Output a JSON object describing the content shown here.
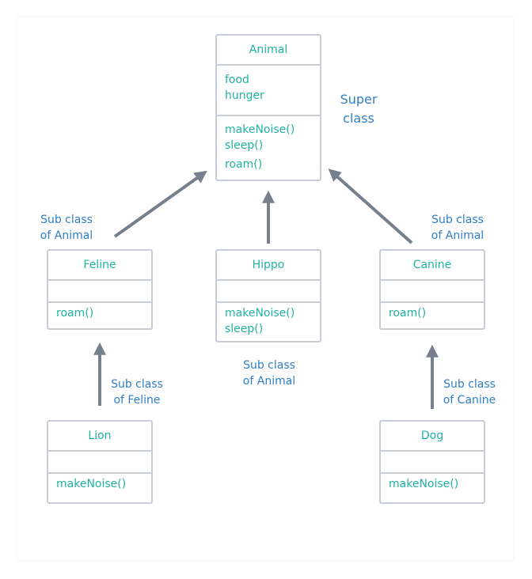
{
  "classes": {
    "animal": {
      "name": "Animal",
      "attributes": [
        "food",
        "hunger"
      ],
      "methods": [
        "makeNoise()",
        "sleep()",
        "roam()"
      ]
    },
    "feline": {
      "name": "Feline",
      "methods": [
        "roam()"
      ]
    },
    "hippo": {
      "name": "Hippo",
      "methods": [
        "makeNoise()",
        "sleep()"
      ]
    },
    "canine": {
      "name": "Canine",
      "methods": [
        "roam()"
      ]
    },
    "lion": {
      "name": "Lion",
      "methods": [
        "makeNoise()"
      ]
    },
    "dog": {
      "name": "Dog",
      "methods": [
        "makeNoise()"
      ]
    }
  },
  "labels": {
    "super": [
      "Super",
      "class"
    ],
    "feline_of_animal": [
      "Sub class",
      "of Animal"
    ],
    "canine_of_animal": [
      "Sub class",
      "of Animal"
    ],
    "hippo_of_animal": [
      "Sub class",
      "of Animal"
    ],
    "lion_of_feline": [
      "Sub class",
      "of Feline"
    ],
    "dog_of_canine": [
      "Sub class",
      "of Canine"
    ]
  },
  "colors": {
    "text": "#20b2a0",
    "label": "#2f7fc8",
    "border": "#c7ccd6",
    "arrow": "#75808c"
  }
}
